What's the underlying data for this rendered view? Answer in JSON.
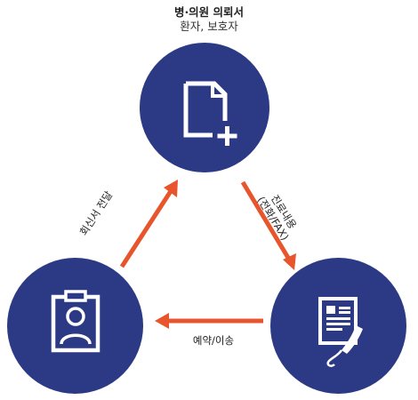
{
  "header": {
    "title": "병·의원 의뢰서",
    "subtitle": "환자, 보호자"
  },
  "nodes": [
    {
      "id": "top",
      "icon": "document-add-icon"
    },
    {
      "id": "left",
      "icon": "patient-clipboard-icon"
    },
    {
      "id": "right",
      "icon": "fax-phone-icon"
    }
  ],
  "edges": {
    "left_to_top": "회신서 전달",
    "top_to_right_line1": "진료내용",
    "top_to_right_line2": "(전화/FAX)",
    "right_to_left": "예약/이송"
  },
  "colors": {
    "node": "#2c3a85",
    "arrow": "#e8542c",
    "icon": "#ffffff"
  }
}
